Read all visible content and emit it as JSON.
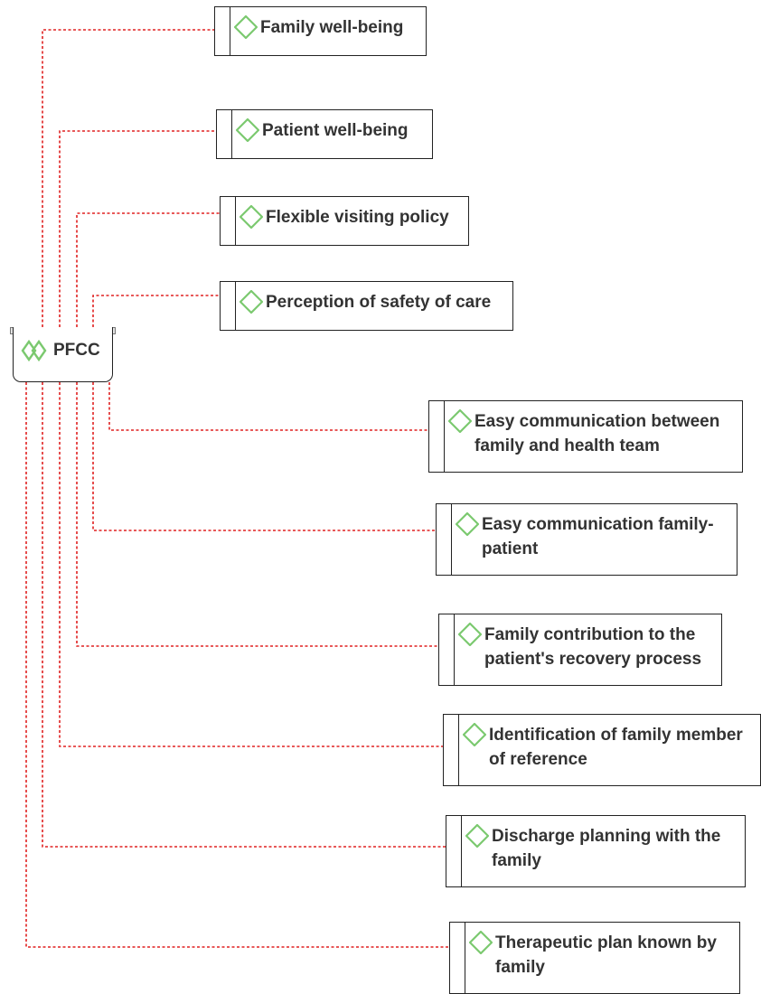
{
  "root": {
    "label": "PFCC",
    "icon": "double-diamond-icon"
  },
  "nodes": [
    {
      "id": "family-well-being",
      "label": "Family well-being"
    },
    {
      "id": "patient-well-being",
      "label": "Patient well-being"
    },
    {
      "id": "flexible-visiting-policy",
      "label": "Flexible visiting policy"
    },
    {
      "id": "perception-of-safety-of-care",
      "label": "Perception of safety of care"
    },
    {
      "id": "easy-communication-family-health-team",
      "label": "Easy communication between family and health team"
    },
    {
      "id": "easy-communication-family-patient",
      "label": "Easy communication family-patient"
    },
    {
      "id": "family-contribution-recovery",
      "label": "Family contribution to the patient's recovery process"
    },
    {
      "id": "identification-family-member-reference",
      "label": "Identification of family member of reference"
    },
    {
      "id": "discharge-planning-family",
      "label": "Discharge planning with the family"
    },
    {
      "id": "therapeutic-plan-known-by-family",
      "label": "Therapeutic plan known by family"
    }
  ],
  "colors": {
    "connector": "#e02020",
    "diamond_icon": "#7bc96f",
    "border": "#222222",
    "text": "#333333"
  },
  "node_icon": "diamond-icon",
  "connector_style": "dotted"
}
